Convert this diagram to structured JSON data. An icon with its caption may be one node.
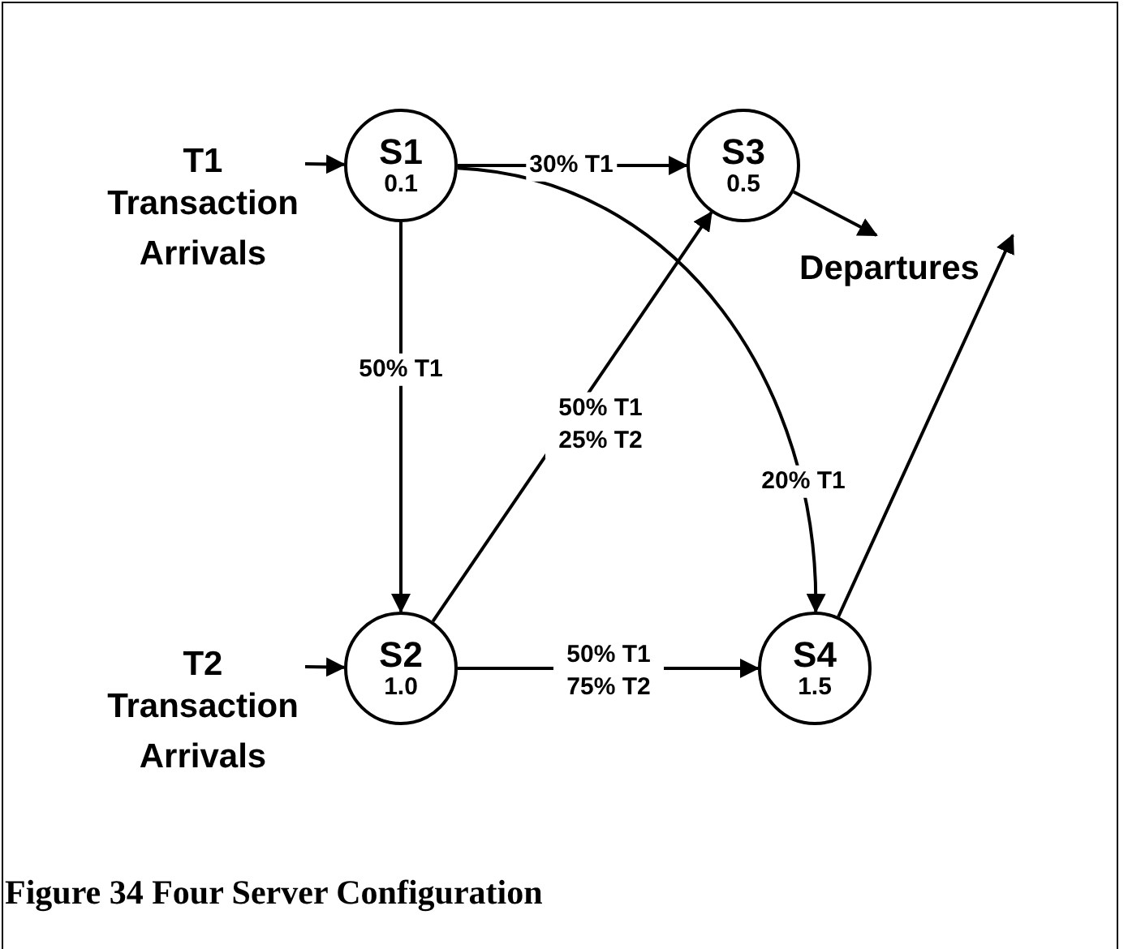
{
  "diagram": {
    "caption": "Figure 34 Four Server Configuration",
    "nodes": [
      {
        "text": [
          "T1",
          "Transaction Arrivals"
        ]
      },
      {
        "text": [
          "S1",
          "0.1"
        ]
      },
      {
        "text": [
          "S3",
          "0.5"
        ]
      },
      {
        "text": [
          "Departures"
        ]
      },
      {
        "text": [
          "T2",
          "Transaction Arrivals"
        ]
      },
      {
        "text": [
          "S2",
          "1.0"
        ]
      },
      {
        "text": [
          "S4",
          "1.5"
        ]
      }
    ],
    "edges": [
      {
        "from": 0,
        "to": 1,
        "arrow": "to"
      },
      {
        "from": 1,
        "to": 2,
        "arrow": "to",
        "label": "30% T1"
      },
      {
        "from": 1,
        "to": 5,
        "arrow": "to",
        "label": "50% T1"
      },
      {
        "from": 1,
        "to": 6,
        "arrow": "to",
        "label": "20% T1"
      },
      {
        "from": 2,
        "to": 3,
        "arrow": "to"
      },
      {
        "from": 5,
        "to": 2,
        "arrow": "to",
        "label": "50% T1 25% T2"
      },
      {
        "from": 4,
        "to": 5,
        "arrow": "to"
      },
      {
        "from": 5,
        "to": 6,
        "arrow": "to",
        "label": "50% T1 75% T2"
      },
      {
        "from": 6,
        "to": 3,
        "arrow": "to"
      }
    ]
  }
}
